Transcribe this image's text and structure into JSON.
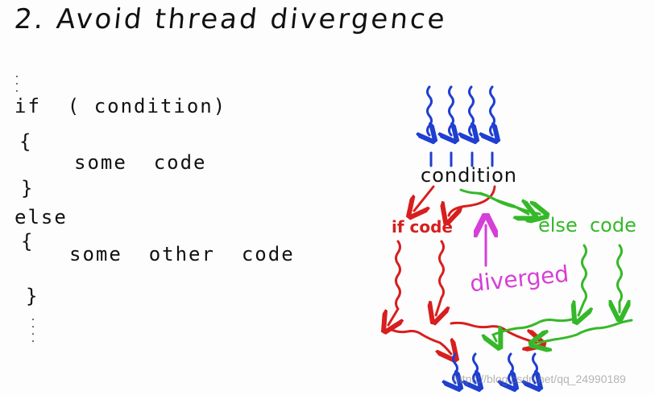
{
  "title": "2. Avoid thread divergence",
  "code": {
    "if_line": "if  ( condition)",
    "open_brace_1": "{",
    "some_code": "some  code",
    "close_brace_1": "}",
    "else_line": "else",
    "open_brace_2": "{",
    "some_other_code": "some  other  code",
    "close_brace_2": "}"
  },
  "diagram": {
    "condition_label": "condition",
    "if_label": "if code",
    "else_label": "else  code",
    "diverged_label": "diverged",
    "colors": {
      "threads": "#1f3fd1",
      "if_branch": "#d81e1e",
      "else_branch": "#35b829",
      "diverged": "#d63fd6"
    }
  },
  "watermark": "https://blog.csdn.net/qq_24990189"
}
